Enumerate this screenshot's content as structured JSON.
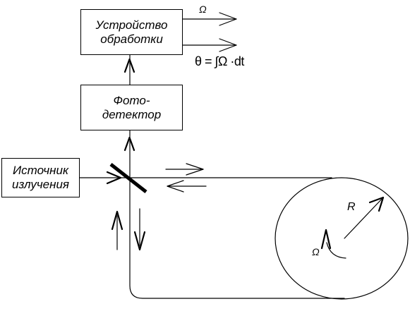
{
  "blocks": {
    "processing": {
      "line1": "Устройство",
      "line2": "обработки"
    },
    "photodetector": {
      "line1": "Фото-",
      "line2": "детектор"
    },
    "source": {
      "line1": "Источник",
      "line2": "излучения"
    }
  },
  "labels": {
    "omega_output": "Ω",
    "theta_formula": "θ = ∫Ω ·dt",
    "radius": "R",
    "omega_rotation": "Ω"
  },
  "colors": {
    "stroke": "#000000",
    "background": "#ffffff"
  }
}
